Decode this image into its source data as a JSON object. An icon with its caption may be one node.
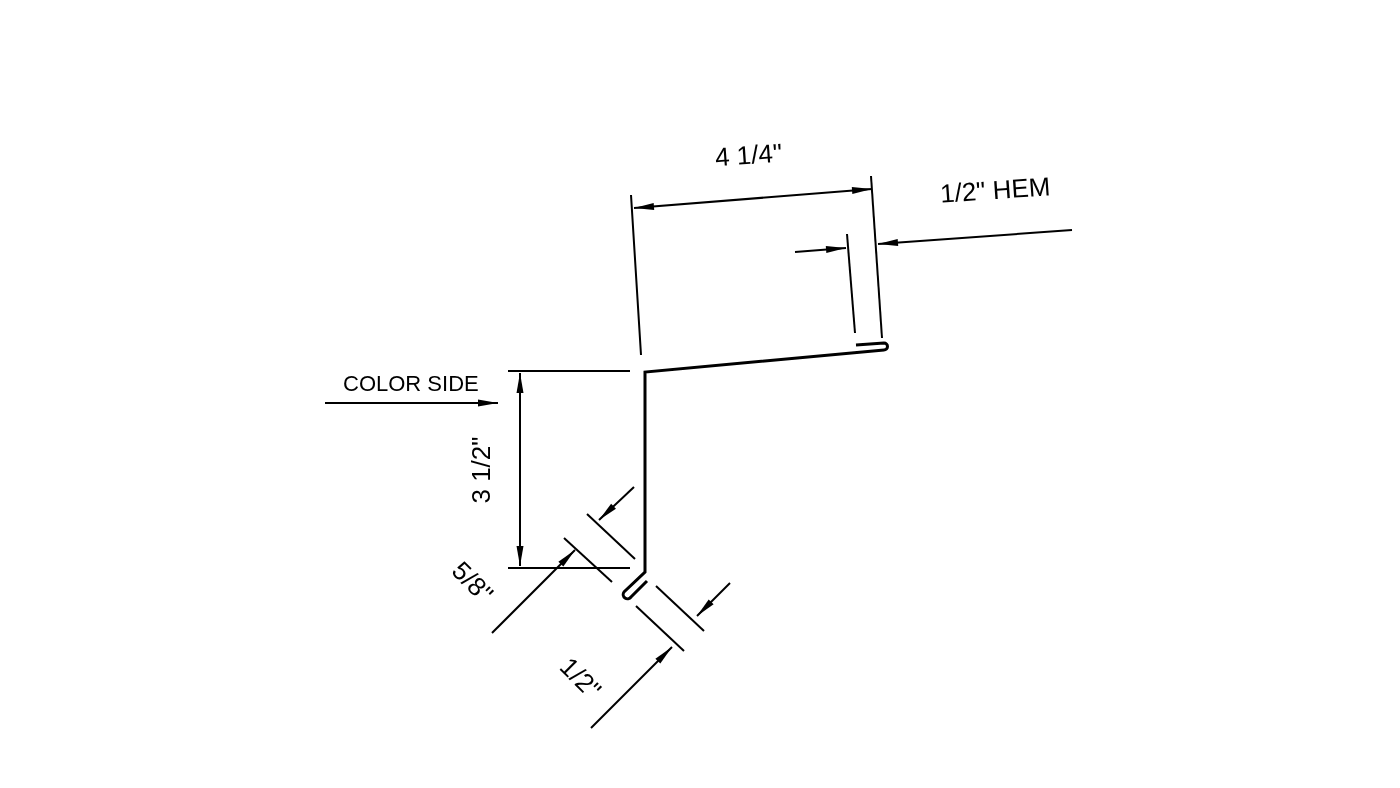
{
  "diagram": {
    "labels": [
      "4 1/4\"",
      "1/2\" HEM",
      "COLOR SIDE",
      "3 1/2\"",
      "5/8\"",
      "1/2\""
    ]
  }
}
